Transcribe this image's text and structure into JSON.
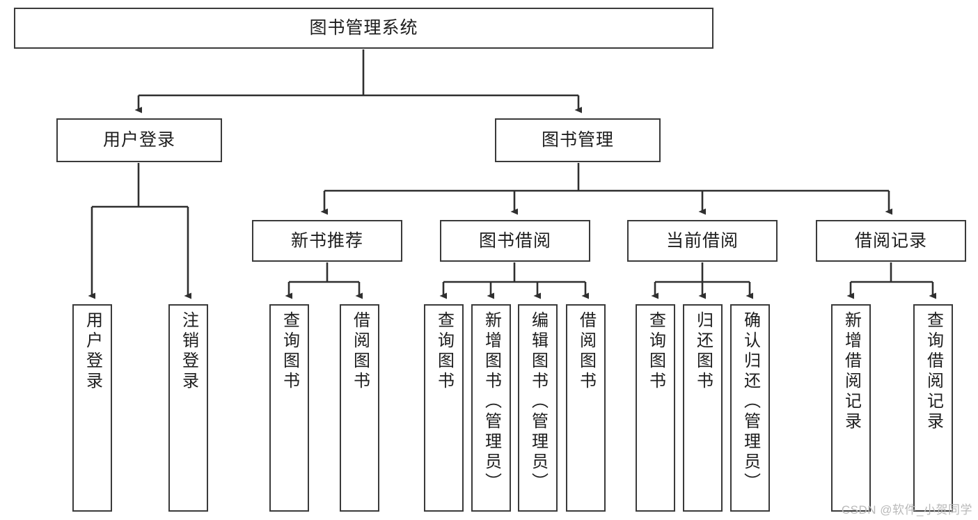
{
  "diagram": {
    "title": "图书管理系统",
    "watermark": "CSDN @软件_小贺同学",
    "stroke_color": "#3a3a3a",
    "background_color": "#ffffff",
    "text_color": "#1d1d1d",
    "watermark_color": "#b9b9b9",
    "type": "tree-hierarchy",
    "root": {
      "label": "图书管理系统"
    },
    "level2": [
      {
        "label": "用户登录"
      },
      {
        "label": "图书管理"
      }
    ],
    "level3": [
      {
        "label": "新书推荐"
      },
      {
        "label": "图书借阅"
      },
      {
        "label": "当前借阅"
      },
      {
        "label": "借阅记录"
      }
    ],
    "leaves": [
      {
        "label": "用户登录",
        "parent": "用户登录"
      },
      {
        "label": "注销登录",
        "parent": "用户登录"
      },
      {
        "label": "查询图书",
        "parent": "新书推荐"
      },
      {
        "label": "借阅图书",
        "parent": "新书推荐"
      },
      {
        "label": "查询图书",
        "parent": "图书借阅"
      },
      {
        "label": "新增图书（管理员）",
        "parent": "图书借阅"
      },
      {
        "label": "编辑图书（管理员）",
        "parent": "图书借阅"
      },
      {
        "label": "借阅图书",
        "parent": "图书借阅"
      },
      {
        "label": "查询图书",
        "parent": "当前借阅"
      },
      {
        "label": "归还图书",
        "parent": "当前借阅"
      },
      {
        "label": "确认归还（管理员）",
        "parent": "当前借阅"
      },
      {
        "label": "新增借阅记录",
        "parent": "借阅记录"
      },
      {
        "label": "查询借阅记录",
        "parent": "借阅记录"
      }
    ]
  }
}
